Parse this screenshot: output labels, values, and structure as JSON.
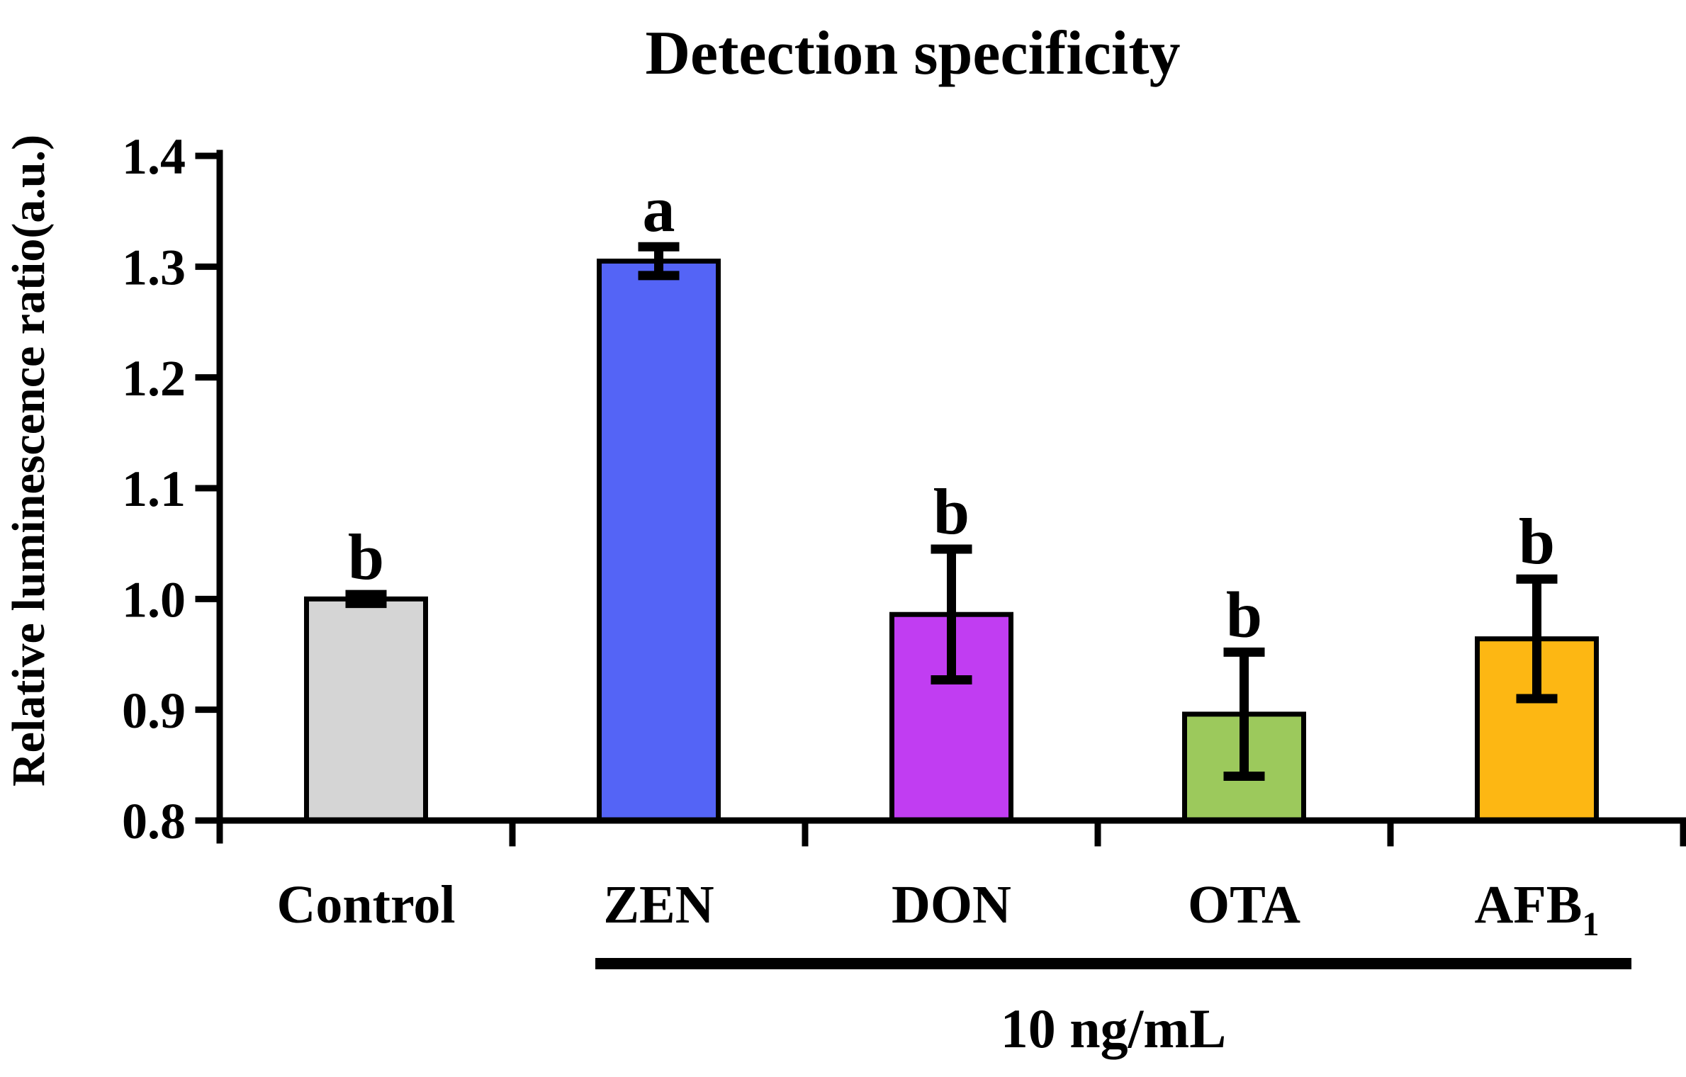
{
  "chart_data": {
    "type": "bar",
    "title": "Detection specificity",
    "ylabel": "Relative luminescence ratio(a.u.)",
    "xlabel": "",
    "ylim": [
      0.8,
      1.4
    ],
    "ytick_step": 0.1,
    "ytick_labels": [
      "0.8",
      "0.9",
      "1.0",
      "1.1",
      "1.2",
      "1.3",
      "1.4"
    ],
    "categories": [
      {
        "label": "Control",
        "sub": ""
      },
      {
        "label": "ZEN",
        "sub": ""
      },
      {
        "label": "DON",
        "sub": ""
      },
      {
        "label": "OTA",
        "sub": ""
      },
      {
        "label": "AFB",
        "sub": "1"
      }
    ],
    "values": [
      1.0,
      1.305,
      0.986,
      0.896,
      0.964
    ],
    "errors": [
      0.004,
      0.013,
      0.059,
      0.056,
      0.054
    ],
    "sig_letters": [
      "b",
      "a",
      "b",
      "b",
      "b"
    ],
    "bar_colors": [
      "#d5d5d5",
      "#5464f6",
      "#c13df2",
      "#9cc95c",
      "#fdb713"
    ],
    "axis_color": "#000000",
    "grid": "off",
    "legend": "none",
    "group_annotation": {
      "label": "10 ng/mL",
      "from_category": "ZEN",
      "to_category": "AFB1"
    }
  }
}
